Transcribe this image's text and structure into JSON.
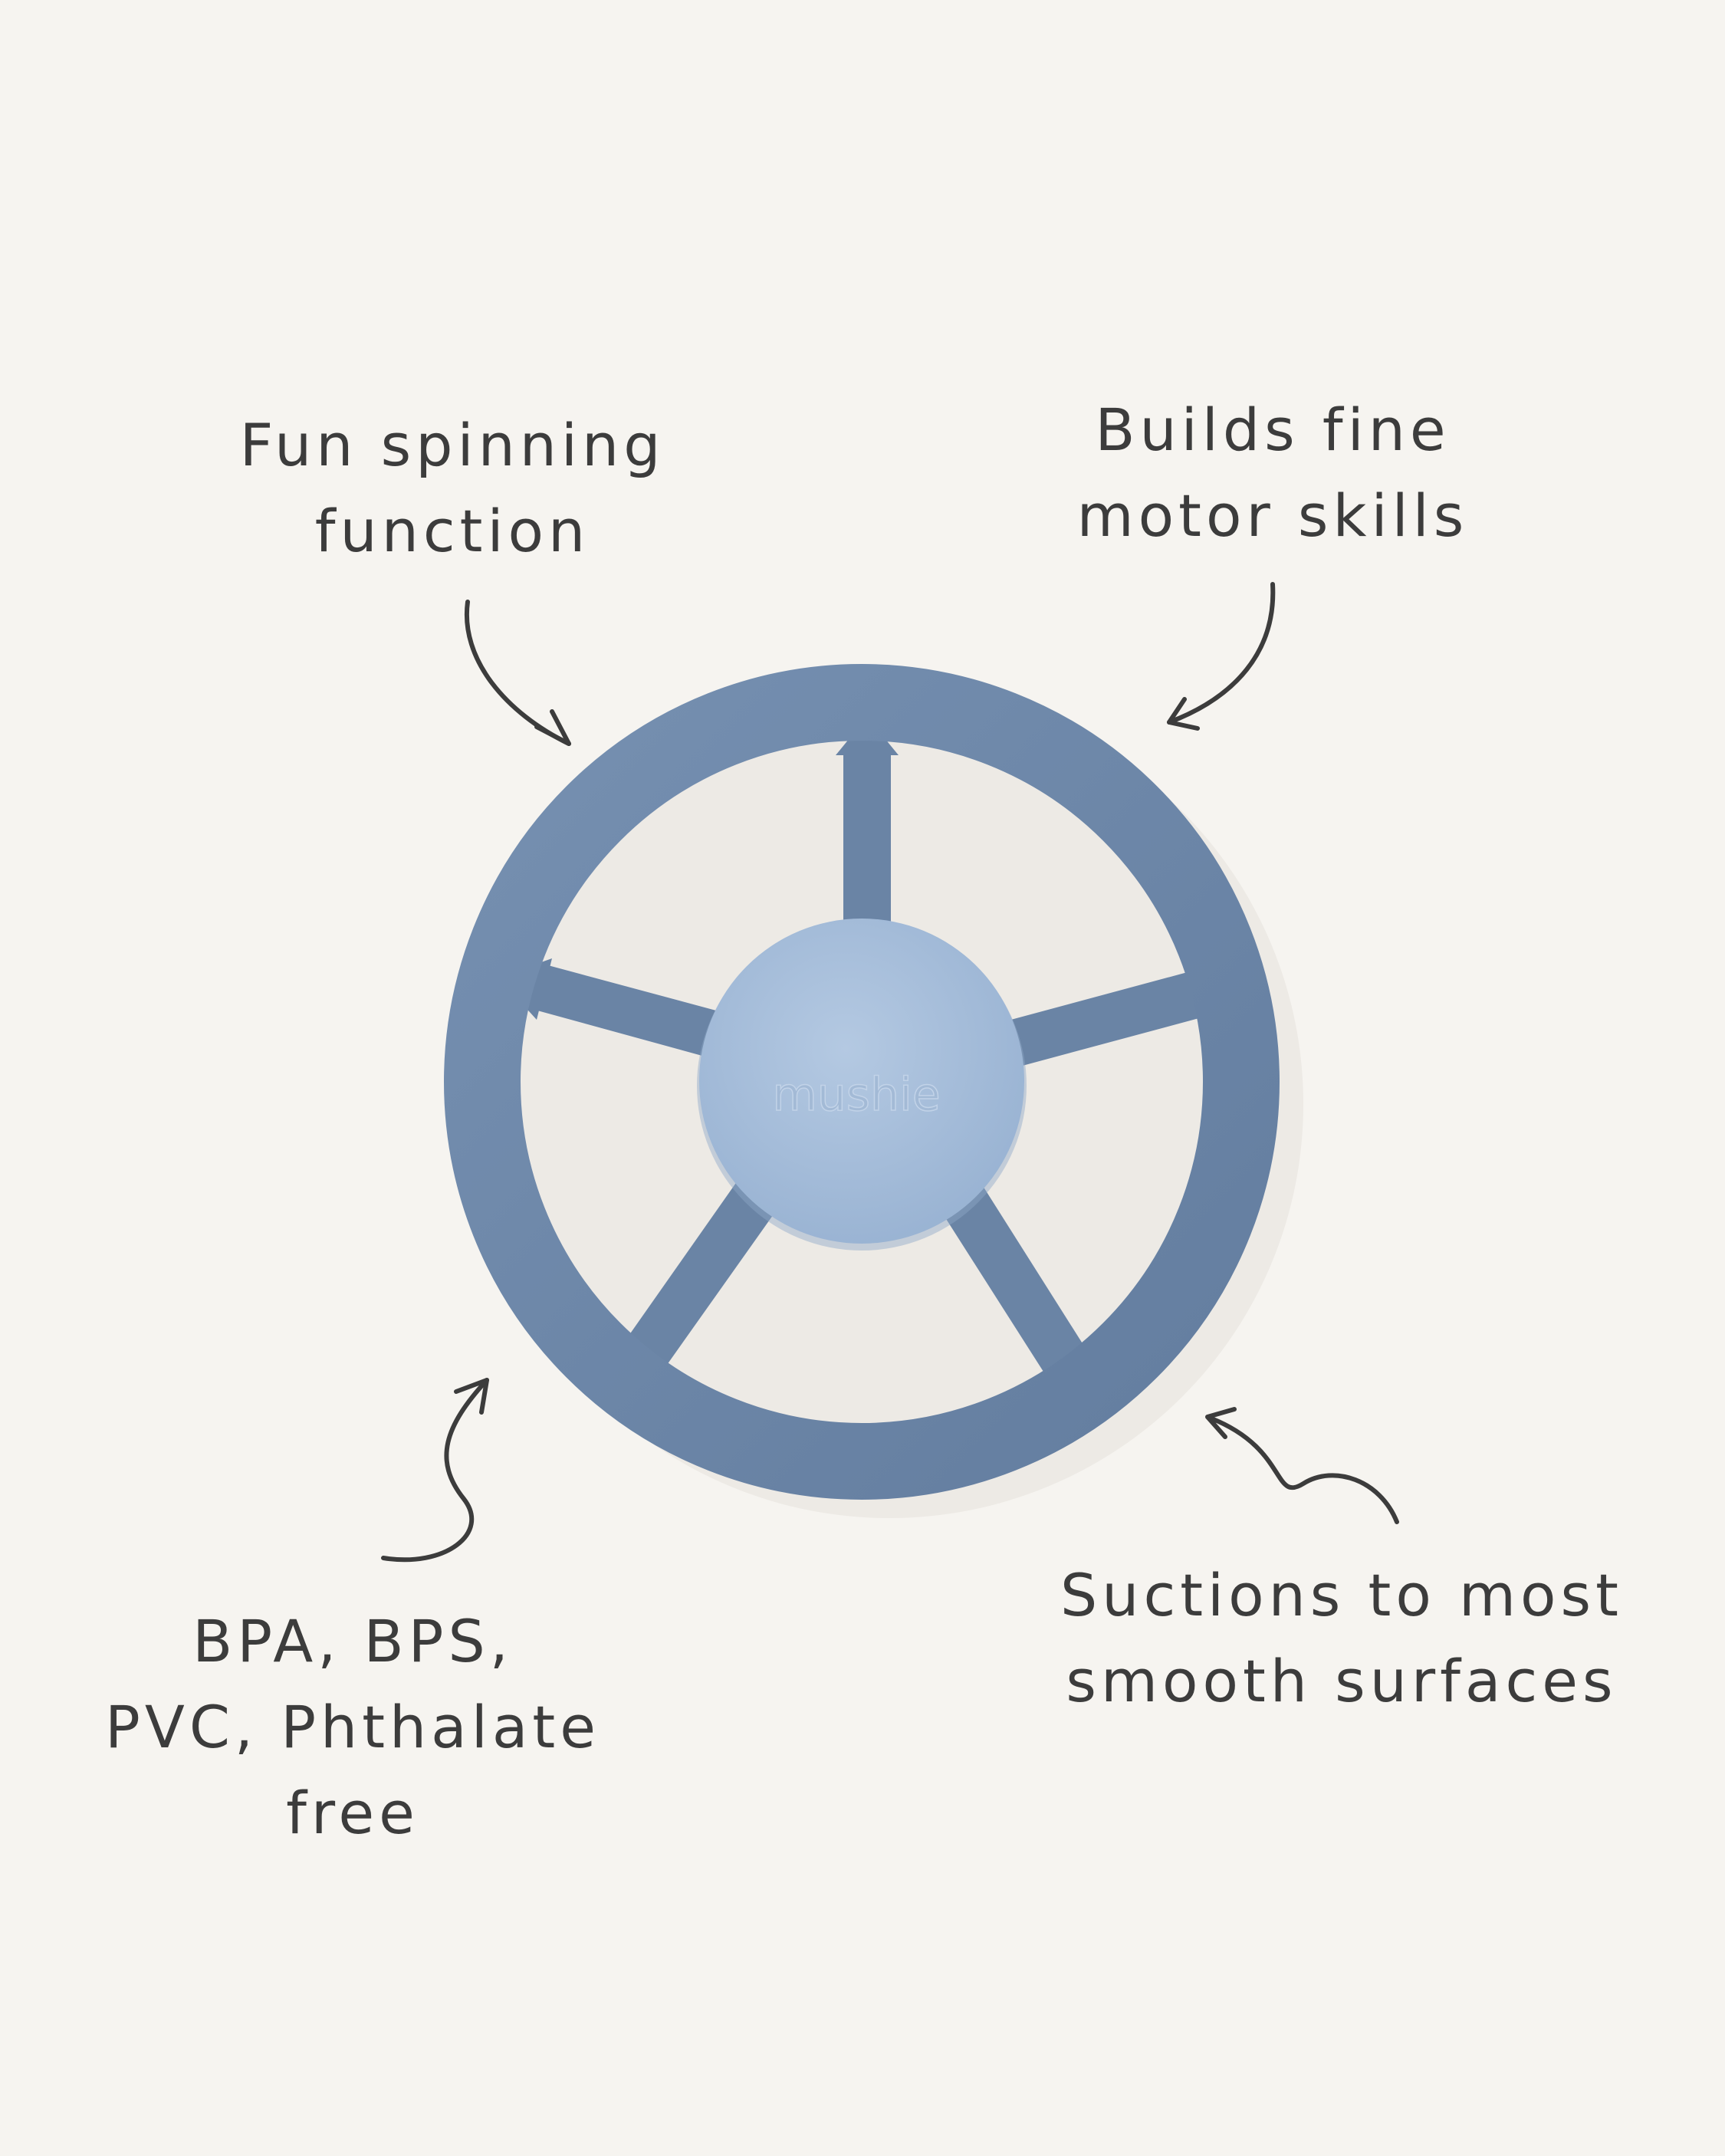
{
  "callouts": {
    "spinning": "Fun spinning\nfunction",
    "motor": "Builds fine\nmotor skills",
    "bpa": "BPA, BPS,\nPVC, Phthalate\nfree",
    "suction": "Suctions to most\nsmooth surfaces"
  },
  "product": {
    "hub_logo": "mushie",
    "ring_color": "#6d87a8",
    "hub_color": "#a9c0db",
    "arrow_color": "#3c3c3c",
    "background_color": "#f6f4f0"
  }
}
